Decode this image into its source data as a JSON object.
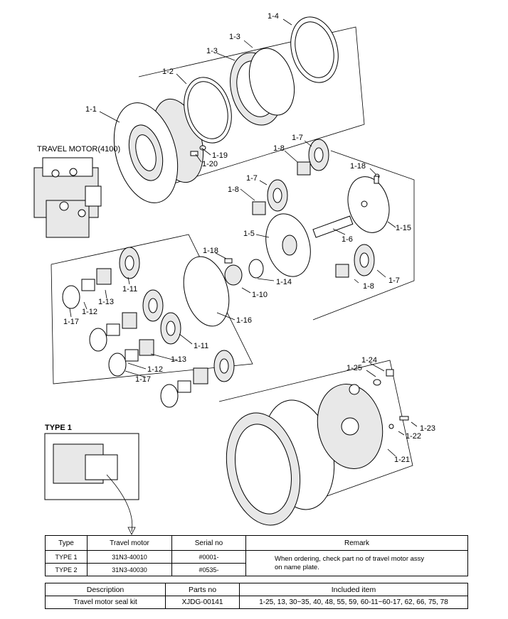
{
  "labels": {
    "travel_motor_caption": "TRAVEL MOTOR(4100)",
    "type1_caption": "TYPE 1",
    "parts": [
      "1-4",
      "1-3",
      "1-3",
      "1-2",
      "1-1",
      "1-19",
      "1-20",
      "1-7",
      "1-8",
      "1-18",
      "1-7",
      "1-8",
      "1-15",
      "1-5",
      "1-6",
      "1-7",
      "1-8",
      "1-18",
      "1-14",
      "1-10",
      "1-16",
      "1-11",
      "1-13",
      "1-12",
      "1-17",
      "1-11",
      "1-13",
      "1-12",
      "1-17",
      "1-24",
      "1-25",
      "1-23",
      "1-22",
      "1-21"
    ]
  },
  "type_table": {
    "headers": [
      "Type",
      "Travel motor",
      "Serial no",
      "Remark"
    ],
    "rows": [
      {
        "type": "TYPE 1",
        "motor": "31N3-40010",
        "serial": "#0001-"
      },
      {
        "type": "TYPE 2",
        "motor": "31N3-40030",
        "serial": "#0535-"
      }
    ],
    "remark_line1": "When ordering, check part no of travel motor assy",
    "remark_line2": "on name plate."
  },
  "kit_table": {
    "headers": [
      "Description",
      "Parts no",
      "Included item"
    ],
    "row": {
      "description": "Travel motor seal kit",
      "parts_no": "XJDG-00141",
      "included": "1-25, 13, 30~35, 40, 48, 55, 59, 60-11~60-17, 62, 66, 75, 78"
    }
  }
}
